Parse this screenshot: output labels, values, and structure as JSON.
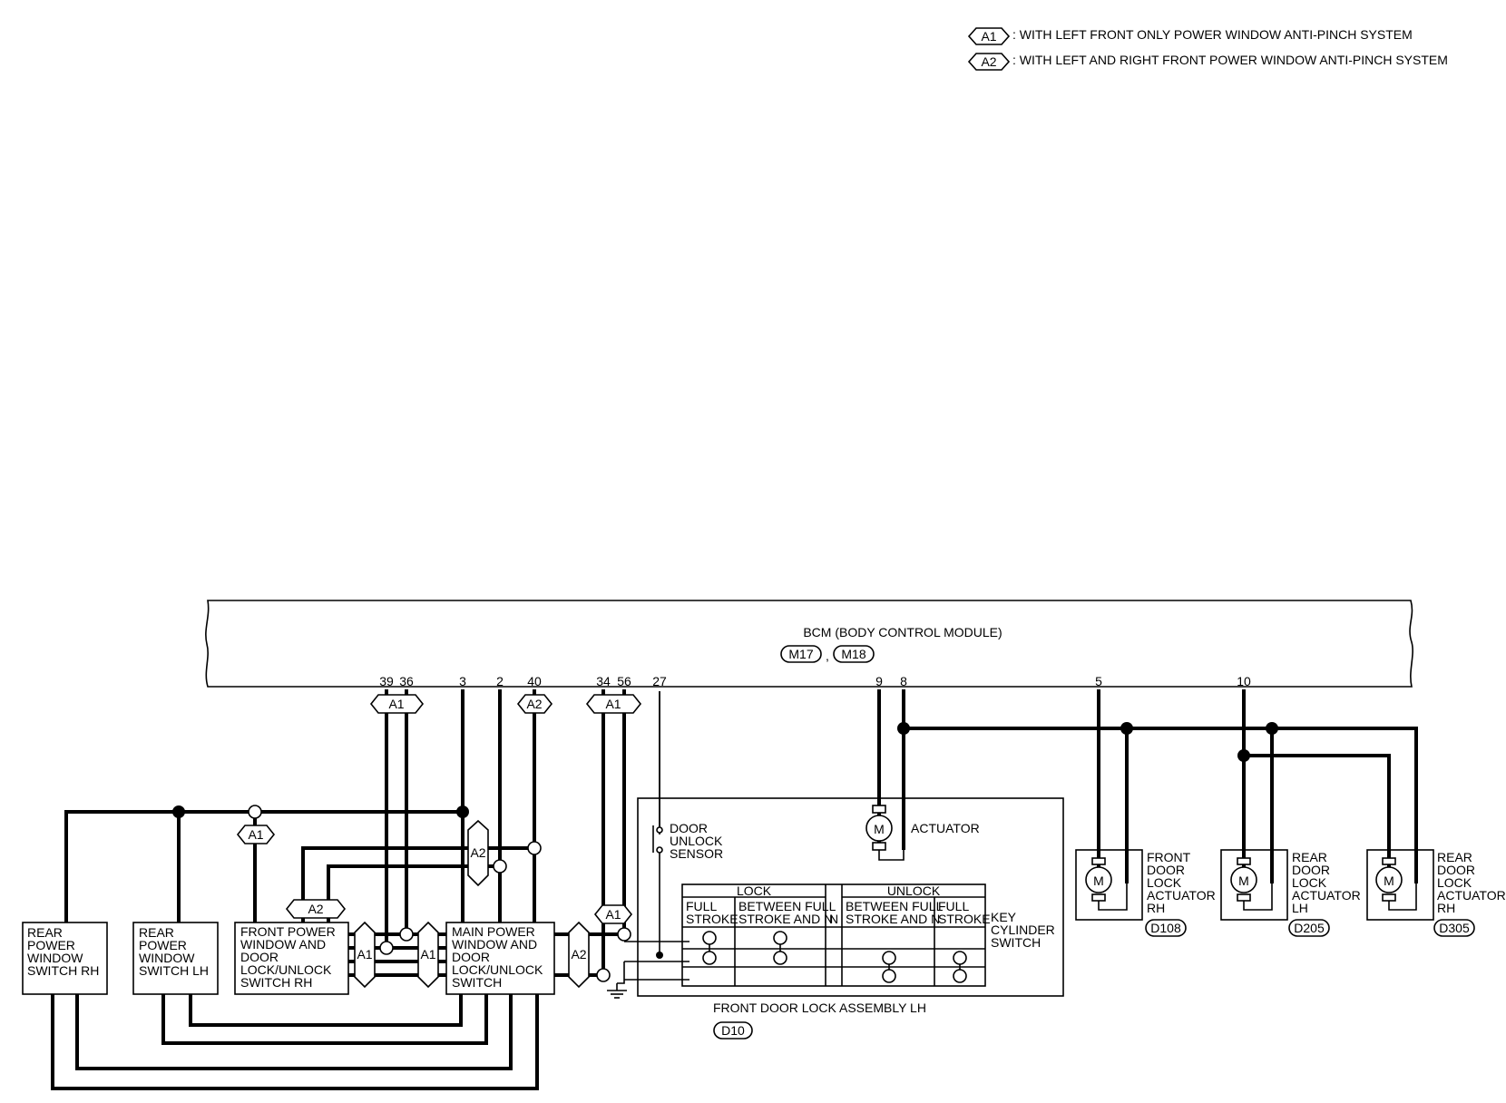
{
  "legend": [
    {
      "code": "A1",
      "text": ": WITH LEFT FRONT ONLY POWER WINDOW ANTI-PINCH SYSTEM"
    },
    {
      "code": "A2",
      "text": ": WITH LEFT AND RIGHT FRONT POWER WINDOW ANTI-PINCH SYSTEM"
    }
  ],
  "bcm": {
    "title": "BCM (BODY CONTROL MODULE)",
    "connectors": [
      "M17",
      "M18"
    ],
    "connector_sep": ",",
    "pins": [
      "39",
      "36",
      "3",
      "2",
      "40",
      "34",
      "56",
      "27",
      "9",
      "8",
      "5",
      "10"
    ]
  },
  "option_tags": {
    "a1": "A1",
    "a2": "A2"
  },
  "switches": {
    "rear_rh": [
      "REAR",
      "POWER",
      "WINDOW",
      "SWITCH RH"
    ],
    "rear_lh": [
      "REAR",
      "POWER",
      "WINDOW",
      "SWITCH LH"
    ],
    "front_rh": [
      "FRONT POWER",
      "WINDOW AND",
      "DOOR",
      "LOCK/UNLOCK",
      "SWITCH RH"
    ],
    "main": [
      "MAIN POWER",
      "WINDOW AND",
      "DOOR",
      "LOCK/UNLOCK",
      "SWITCH"
    ]
  },
  "front_door_lock_lh": {
    "sensor": [
      "DOOR",
      "UNLOCK",
      "SENSOR"
    ],
    "actuator": "ACTUATOR",
    "motor": "M",
    "key_cylinder": [
      "KEY",
      "CYLINDER",
      "SWITCH"
    ],
    "table": {
      "lock": "LOCK",
      "unlock": "UNLOCK",
      "n": "N",
      "full_stroke": [
        "FULL",
        "STROKE"
      ],
      "between": [
        "BETWEEN FULL",
        "STROKE AND N"
      ]
    },
    "name": "FRONT DOOR LOCK ASSEMBLY LH",
    "connector": "D10"
  },
  "actuators": [
    {
      "lines": [
        "FRONT",
        "DOOR",
        "LOCK",
        "ACTUATOR",
        "RH"
      ],
      "connector": "D108"
    },
    {
      "lines": [
        "REAR",
        "DOOR",
        "LOCK",
        "ACTUATOR",
        "LH"
      ],
      "connector": "D205"
    },
    {
      "lines": [
        "REAR",
        "DOOR",
        "LOCK",
        "ACTUATOR",
        "RH"
      ],
      "connector": "D305"
    }
  ]
}
